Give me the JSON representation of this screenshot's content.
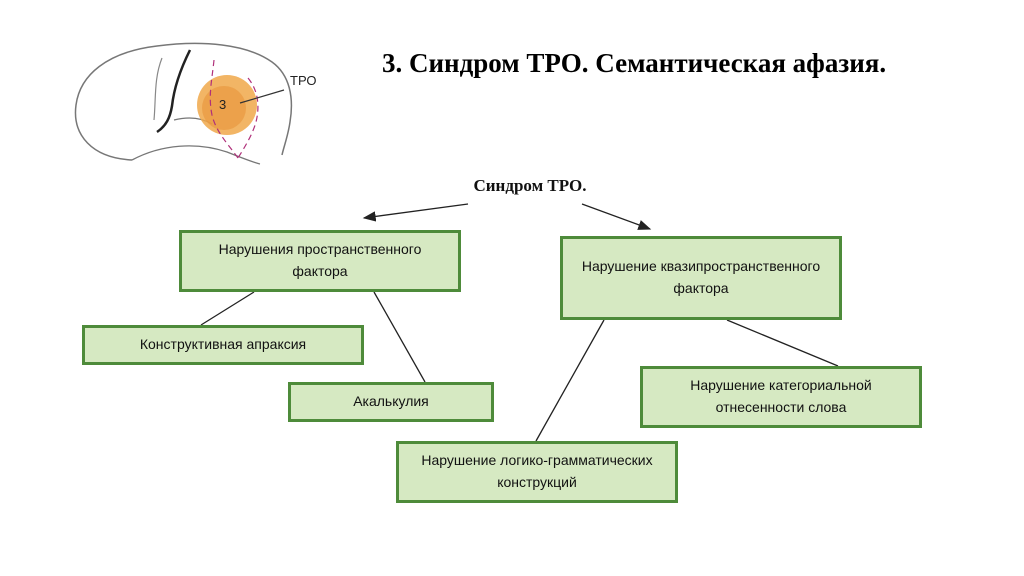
{
  "slide": {
    "title": "3. Синдром ТРО. Семантическая афазия."
  },
  "brain_figure": {
    "area_number": "3",
    "area_label": "ТРО",
    "area_color": "#f0a84a"
  },
  "diagram": {
    "root": "Синдром ТРО.",
    "nodes": {
      "spatial_factor": "Нарушения пространственного фактора",
      "quasi_spatial_factor": "Нарушение квазипространственного фактора",
      "constructive_apraxia": "Конструктивная апраксия",
      "acalculia": "Акалькулия",
      "categorial_attribution": "Нарушение категориальной отнесенности слова",
      "logico_grammatical": "Нарушение логико-грамматических конструкций"
    },
    "colors": {
      "box_fill": "#d6e9c2",
      "box_border": "#4e8b3a"
    }
  }
}
